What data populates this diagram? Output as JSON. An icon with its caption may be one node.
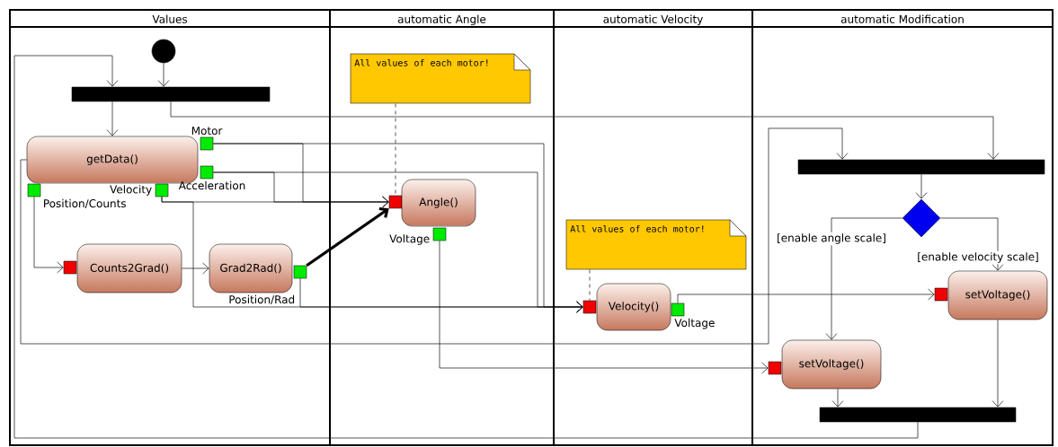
{
  "diagram": {
    "nodes": [
      {
        "text": [
          "Values"
        ]
      },
      {
        "text": [
          "automatic Angle"
        ]
      },
      {
        "text": [
          "automatic Velocity"
        ]
      },
      {
        "text": [
          "automatic Modification"
        ]
      },
      {
        "text": [],
        "shape": "circle",
        "in": 0
      },
      {
        "text": [],
        "shape": "bar",
        "in": 0
      },
      {
        "text": [
          "getData()"
        ],
        "in": 0
      },
      {
        "text": [
          "Motor"
        ],
        "in": 0
      },
      {
        "text": [
          "Acceleration"
        ],
        "in": 0
      },
      {
        "text": [
          "Position/Counts"
        ],
        "in": 0
      },
      {
        "text": [
          "Velocity"
        ],
        "in": 0
      },
      {
        "text": [],
        "shape": "box",
        "in": 0
      },
      {
        "text": [
          "Counts2Grad()"
        ],
        "in": 0
      },
      {
        "text": [
          "Grad2Rad()"
        ],
        "in": 0
      },
      {
        "text": [
          "Position/Rad"
        ],
        "in": 0
      },
      {
        "text": [
          "All values of each motor!"
        ],
        "in": 1
      },
      {
        "text": [],
        "shape": "box",
        "in": 1
      },
      {
        "text": [
          "Angle()"
        ],
        "in": 1
      },
      {
        "text": [
          "Voltage"
        ],
        "in": 1
      },
      {
        "text": [
          "All values of each motor!"
        ],
        "in": 2
      },
      {
        "text": [],
        "shape": "box",
        "in": 2
      },
      {
        "text": [
          "Velocity()"
        ],
        "in": 2
      },
      {
        "text": [
          "Voltage"
        ],
        "in": 2
      },
      {
        "text": [],
        "shape": "bar",
        "in": 3
      },
      {
        "text": [],
        "shape": "diamond",
        "in": 3
      },
      {
        "text": [],
        "shape": "box",
        "in": 3
      },
      {
        "text": [
          "setVoltage()"
        ],
        "in": 3
      },
      {
        "text": [],
        "shape": "box",
        "in": 3
      },
      {
        "text": [
          "setVoltage()"
        ],
        "in": 3
      },
      {
        "text": [],
        "shape": "bar",
        "in": 3
      }
    ],
    "edges": [
      {
        "from": 4,
        "to": 5,
        "arrow": "to"
      },
      {
        "from": 29,
        "to": 5,
        "arrow": "to"
      },
      {
        "from": 5,
        "to": 6,
        "arrow": "to"
      },
      {
        "from": 5,
        "to": 23,
        "arrow": "to"
      },
      {
        "from": 6,
        "to": 23,
        "arrow": "to"
      },
      {
        "from": 9,
        "to": 11,
        "arrow": "to"
      },
      {
        "from": 12,
        "to": 13,
        "arrow": "to"
      },
      {
        "from": 14,
        "to": 16,
        "arrow": "to",
        "style": "thick"
      },
      {
        "from": 7,
        "to": 16,
        "arrow": "to"
      },
      {
        "from": 8,
        "to": 16,
        "arrow": "to"
      },
      {
        "from": 10,
        "to": 16,
        "arrow": "to"
      },
      {
        "from": 7,
        "to": 20,
        "arrow": "to"
      },
      {
        "from": 8,
        "to": 20,
        "arrow": "to"
      },
      {
        "from": 10,
        "to": 20,
        "arrow": "to"
      },
      {
        "from": 14,
        "to": 20,
        "arrow": "to"
      },
      {
        "from": 15,
        "to": 16,
        "arrow": "none",
        "style": "dashed"
      },
      {
        "from": 19,
        "to": 20,
        "arrow": "none",
        "style": "dashed"
      },
      {
        "from": 18,
        "to": 27,
        "arrow": "to"
      },
      {
        "from": 22,
        "to": 25,
        "arrow": "to"
      },
      {
        "from": 23,
        "to": 24,
        "arrow": "to"
      },
      {
        "from": 24,
        "to": 28,
        "arrow": "to",
        "label": "[enable angle scale]"
      },
      {
        "from": 24,
        "to": 26,
        "arrow": "to",
        "label": "[enable velocity scale]"
      },
      {
        "from": 28,
        "to": 29,
        "arrow": "to"
      },
      {
        "from": 26,
        "to": 29,
        "arrow": "to"
      }
    ]
  }
}
